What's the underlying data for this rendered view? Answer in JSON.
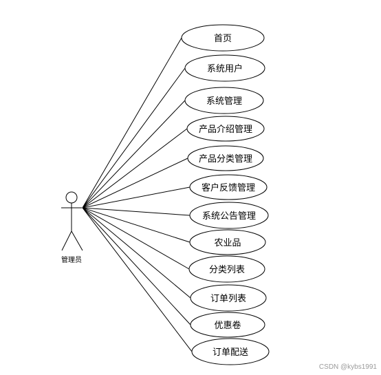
{
  "actor": {
    "label": "管理员"
  },
  "use_cases": [
    {
      "label": "首页"
    },
    {
      "label": "系统用户"
    },
    {
      "label": "系统管理"
    },
    {
      "label": "产品介绍管理"
    },
    {
      "label": "产品分类管理"
    },
    {
      "label": "客户反馈管理"
    },
    {
      "label": "系统公告管理"
    },
    {
      "label": "农业品"
    },
    {
      "label": "分类列表"
    },
    {
      "label": "订单列表"
    },
    {
      "label": "优惠卷"
    },
    {
      "label": "订单配送"
    }
  ],
  "watermark": "CSDN @kybs1991",
  "colors": {
    "stroke": "#000000",
    "watermark": "#9a9a9a"
  }
}
